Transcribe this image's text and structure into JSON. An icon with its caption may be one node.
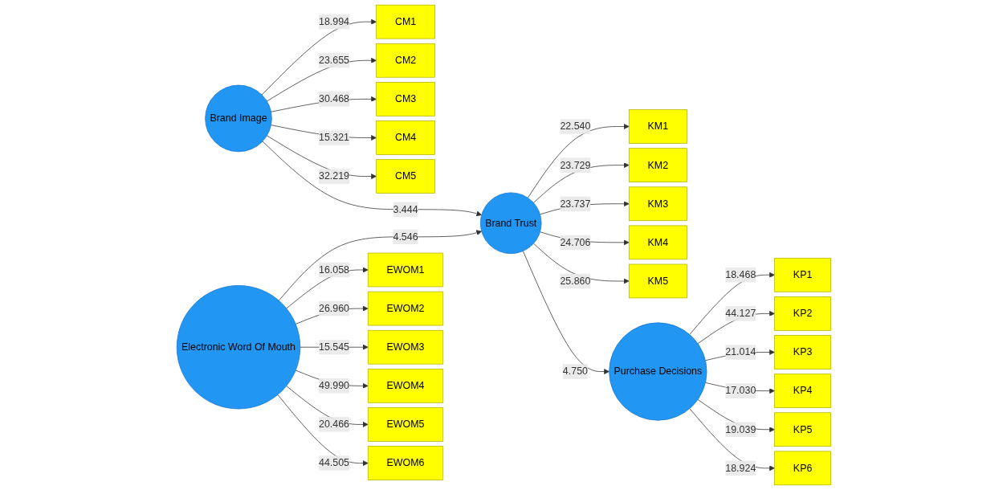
{
  "diagram": {
    "nodes": [
      {
        "text": [
          "CM1"
        ]
      },
      {
        "text": [
          "CM2"
        ]
      },
      {
        "text": [
          "CM3"
        ]
      },
      {
        "text": [
          "CM4"
        ]
      },
      {
        "text": [
          "CM5"
        ]
      },
      {
        "text": [
          "Brand Image"
        ]
      },
      {
        "text": [
          "KM1"
        ]
      },
      {
        "text": [
          "KM2"
        ]
      },
      {
        "text": [
          "KM3"
        ]
      },
      {
        "text": [
          "KM4"
        ]
      },
      {
        "text": [
          "KM5"
        ]
      },
      {
        "text": [
          "KP1"
        ]
      },
      {
        "text": [
          "KP2"
        ]
      },
      {
        "text": [
          "KP3"
        ]
      },
      {
        "text": [
          "KP4"
        ]
      },
      {
        "text": [
          "KP5"
        ]
      },
      {
        "text": [
          "KP6"
        ]
      },
      {
        "text": [
          "Brand Trust"
        ]
      },
      {
        "text": [
          "Purchase Decisions"
        ]
      },
      {
        "text": [
          "EWOM1"
        ]
      },
      {
        "text": [
          "EWOM2"
        ]
      },
      {
        "text": [
          "EWOM3"
        ]
      },
      {
        "text": [
          "EWOM4"
        ]
      },
      {
        "text": [
          "EWOM5"
        ]
      },
      {
        "text": [
          "EWOM6"
        ]
      },
      {
        "text": [
          "Electronic Word Of Mouth"
        ]
      }
    ],
    "edges": [
      {
        "from": 5,
        "to": 0,
        "arrow": "to",
        "label": "18.994"
      },
      {
        "from": 5,
        "to": 1,
        "arrow": "to",
        "label": "23.655"
      },
      {
        "from": 5,
        "to": 2,
        "arrow": "to",
        "label": "30.468"
      },
      {
        "from": 5,
        "to": 3,
        "arrow": "to",
        "label": "15.321"
      },
      {
        "from": 5,
        "to": 4,
        "arrow": "to",
        "label": "32.219"
      },
      {
        "from": 5,
        "to": 17,
        "arrow": "to",
        "label": "3.444"
      },
      {
        "from": 17,
        "to": 6,
        "arrow": "to",
        "label": "22.540"
      },
      {
        "from": 17,
        "to": 7,
        "arrow": "to",
        "label": "23.729"
      },
      {
        "from": 17,
        "to": 8,
        "arrow": "to",
        "label": "23.737"
      },
      {
        "from": 17,
        "to": 9,
        "arrow": "to",
        "label": "24.706"
      },
      {
        "from": 17,
        "to": 10,
        "arrow": "to",
        "label": "25.860"
      },
      {
        "from": 17,
        "to": 18,
        "arrow": "to",
        "label": "4.750"
      },
      {
        "from": 18,
        "to": 11,
        "arrow": "to",
        "label": "18.468"
      },
      {
        "from": 18,
        "to": 12,
        "arrow": "to",
        "label": "44.127"
      },
      {
        "from": 18,
        "to": 13,
        "arrow": "to",
        "label": "21.014"
      },
      {
        "from": 18,
        "to": 14,
        "arrow": "to",
        "label": "17.030"
      },
      {
        "from": 18,
        "to": 15,
        "arrow": "to",
        "label": "19.039"
      },
      {
        "from": 18,
        "to": 16,
        "arrow": "to",
        "label": "18.924"
      },
      {
        "from": 25,
        "to": 17,
        "arrow": "to",
        "label": "4.546"
      },
      {
        "from": 25,
        "to": 19,
        "arrow": "to",
        "label": "16.058"
      },
      {
        "from": 25,
        "to": 20,
        "arrow": "to",
        "label": "26.960"
      },
      {
        "from": 25,
        "to": 21,
        "arrow": "to",
        "label": "15.545"
      },
      {
        "from": 25,
        "to": 22,
        "arrow": "to",
        "label": "49.990"
      },
      {
        "from": 25,
        "to": 23,
        "arrow": "to",
        "label": "20.466"
      },
      {
        "from": 25,
        "to": 24,
        "arrow": "to",
        "label": "44.505"
      }
    ]
  }
}
